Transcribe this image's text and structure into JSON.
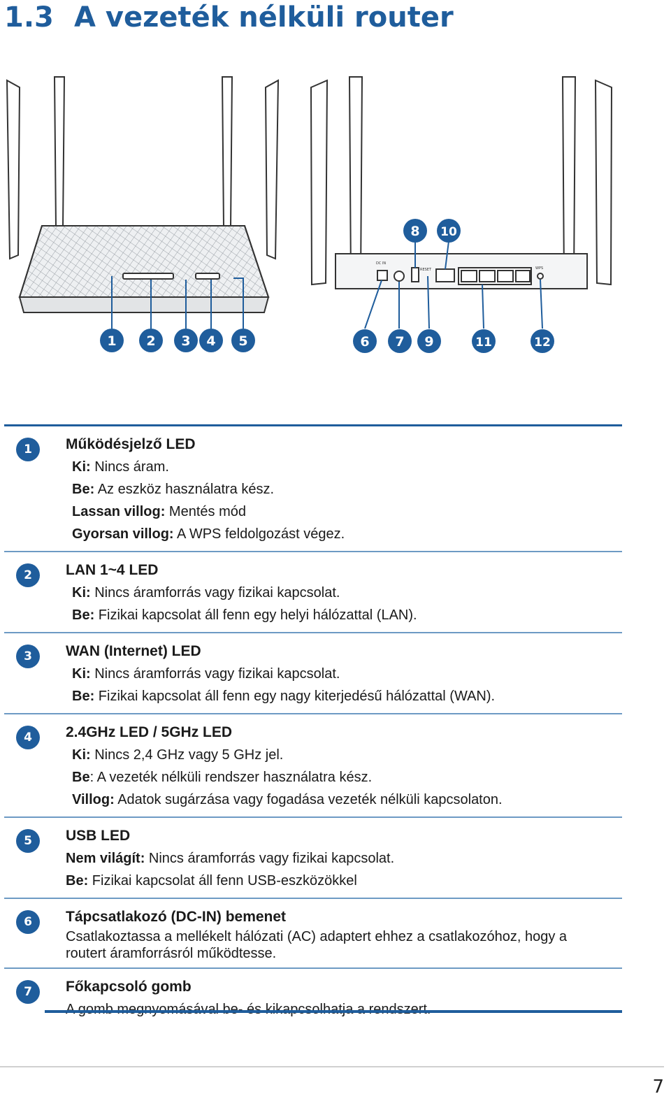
{
  "heading": {
    "number": "1.3",
    "title": "A vezeték nélküli router"
  },
  "figure": {
    "front_callouts": [
      "1",
      "2",
      "3",
      "4",
      "5"
    ],
    "back_callouts_bottom": [
      "6",
      "7",
      "9",
      "11",
      "12"
    ],
    "back_callouts_top": [
      "8",
      "10"
    ],
    "labels": {
      "reset": "RESET",
      "wps": "WPS",
      "dcin": "DC IN"
    }
  },
  "rows": [
    {
      "badge": "1",
      "title": "Működésjelző LED",
      "lines": [
        {
          "label": "Ki:",
          "text": " Nincs áram."
        },
        {
          "label": "Be:",
          "text": " Az eszköz használatra kész."
        },
        {
          "label": "Lassan villog:",
          "text": " Mentés mód"
        },
        {
          "label": "Gyorsan villog:",
          "text": " A WPS feldolgozást végez."
        }
      ]
    },
    {
      "badge": "2",
      "title": "LAN 1~4 LED",
      "lines": [
        {
          "label": "Ki:",
          "text": " Nincs áramforrás vagy fizikai kapcsolat."
        },
        {
          "label": "Be:",
          "text": " Fizikai kapcsolat áll fenn egy helyi hálózattal (LAN)."
        }
      ]
    },
    {
      "badge": "3",
      "title": "WAN (Internet) LED",
      "lines": [
        {
          "label": "Ki:",
          "text": " Nincs áramforrás vagy fizikai kapcsolat."
        },
        {
          "label": "Be:",
          "text": " Fizikai kapcsolat áll fenn egy nagy kiterjedésű hálózattal (WAN)."
        }
      ]
    },
    {
      "badge": "4",
      "title": "2.4GHz LED / 5GHz LED",
      "lines": [
        {
          "label": "Ki:",
          "text": " Nincs 2,4 GHz vagy 5 GHz jel."
        },
        {
          "label": "Be",
          "text": ": A vezeték nélküli rendszer használatra kész."
        },
        {
          "label": "Villog:",
          "text": " Adatok sugárzása vagy fogadása vezeték nélküli kapcsolaton."
        }
      ]
    },
    {
      "badge": "5",
      "title": "USB LED",
      "lines": [
        {
          "label": "Nem világít:",
          "text": " Nincs áramforrás vagy fizikai kapcsolat."
        },
        {
          "label": "Be:",
          "text": " Fizikai kapcsolat áll fenn USB-eszközökkel"
        }
      ]
    },
    {
      "badge": "6",
      "title": "Tápcsatlakozó (DC-IN) bemenet",
      "lines": [
        {
          "label": "",
          "text": "Csatlakoztassa a mellékelt hálózati (AC) adaptert ehhez a csatlakozóhoz, hogy a routert áramforrásról működtesse."
        }
      ]
    },
    {
      "badge": "7",
      "title": "Főkapcsoló gomb",
      "lines": [
        {
          "label": "",
          "text": "A gomb megnyomásával be- és kikapcsolhatja a rendszert."
        }
      ]
    }
  ],
  "page_number": "7",
  "colors": {
    "accent": "#1f5d9c",
    "row_rule": "#6d9ac4"
  }
}
